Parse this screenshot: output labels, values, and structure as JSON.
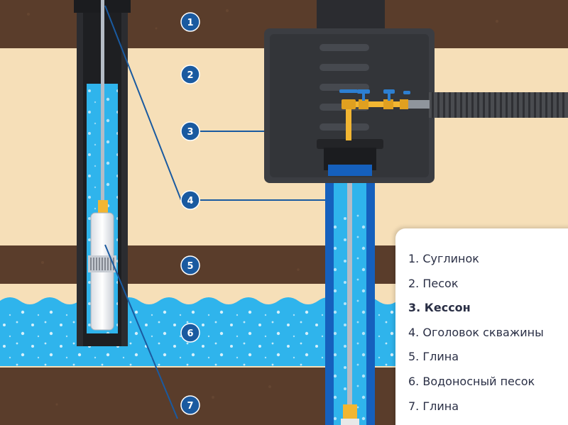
{
  "badges": [
    "1",
    "2",
    "3",
    "4",
    "5",
    "6",
    "7"
  ],
  "legend": {
    "items": [
      {
        "text": "1. Суглинок"
      },
      {
        "text": "2. Песок"
      },
      {
        "text": "3. Кессон",
        "bold": true
      },
      {
        "text": "4. Оголовок скважины"
      },
      {
        "text": "5. Глина"
      },
      {
        "text": "6. Водоносный песок"
      },
      {
        "text": "7. Глина"
      }
    ]
  },
  "colors": {
    "loam": "#5a3d2b",
    "sand": "#f6dfb8",
    "clay": "#5a3d2b",
    "water": "#2fb4ec",
    "caisson": "#3b3d42",
    "pipe_blue": "#1560bd",
    "brass": "#f2b632",
    "badge": "#1a5aa0",
    "leader": "#1a5aa0"
  },
  "icons": [
    "submersible-pump-icon",
    "valve-icon"
  ]
}
